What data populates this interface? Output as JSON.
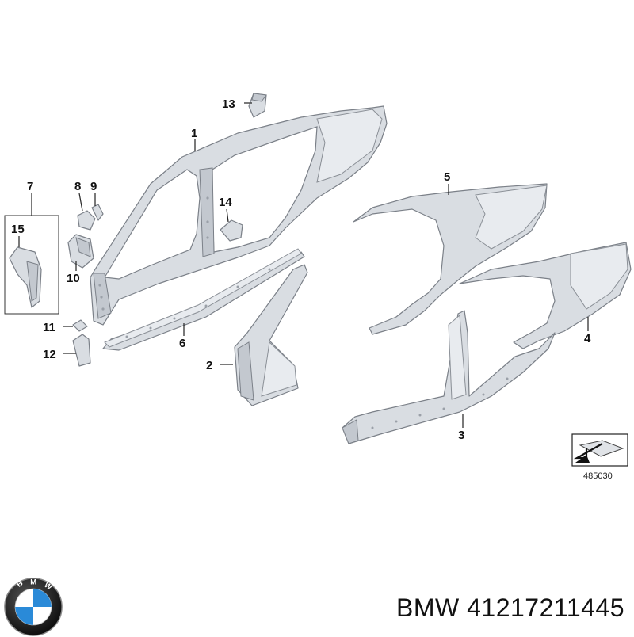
{
  "callouts": [
    "1",
    "2",
    "3",
    "4",
    "5",
    "6",
    "7",
    "8",
    "9",
    "10",
    "11",
    "12",
    "13",
    "14",
    "15"
  ],
  "reference_code": "485030",
  "footer": {
    "brand": "BMW",
    "part_number": "41217211445"
  },
  "logo": {
    "icon": "bmw-roundel-icon",
    "letters": "BMW",
    "colors": {
      "ring": "#1a1a1a",
      "blue": "#2a8ad8",
      "white": "#ffffff"
    }
  },
  "colors": {
    "part_fill": "#d9dde2",
    "part_stroke": "#7b8088"
  }
}
